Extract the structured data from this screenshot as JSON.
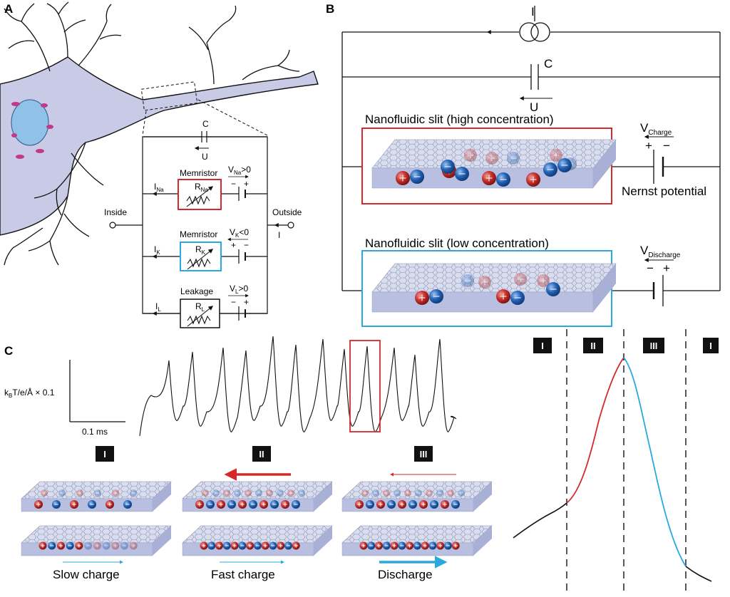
{
  "panels": {
    "a": "A",
    "b": "B",
    "c": "C"
  },
  "panel_a": {
    "inside": "Inside",
    "outside": "Outside",
    "current_I": "I",
    "capacitor_C": "C",
    "voltage_U": "U",
    "memristor_na": {
      "title": "Memristor",
      "R": "R",
      "R_sub": "Na",
      "I": "I",
      "I_sub": "Na",
      "V": "V",
      "V_sub": "Na",
      "V_rel": ">0",
      "minus": "−",
      "plus": "+"
    },
    "memristor_k": {
      "title": "Memristor",
      "R": "R",
      "R_sub": "K",
      "I": "I",
      "I_sub": "K",
      "V": "V",
      "V_sub": "K",
      "V_rel": "<0",
      "minus": "−",
      "plus": "+"
    },
    "leakage": {
      "title": "Leakage",
      "R": "R",
      "R_sub": "L",
      "I": "I",
      "I_sub": "L",
      "V": "V",
      "V_sub": "L",
      "V_rel": ">0",
      "minus": "−",
      "plus": "+"
    },
    "colors": {
      "neuron_fill": "#c9cbe6",
      "nucleus": "#8fc2e6",
      "organelle": "#c2388a",
      "na_box": "#d42a2a",
      "k_box": "#29a9e0"
    }
  },
  "panel_b": {
    "current": "I",
    "capacitor": "C",
    "voltage": "U",
    "slit_high": "Nanofluidic slit (high concentration)",
    "slit_low": "Nanofluidic slit (low concentration)",
    "v_charge": "V",
    "v_charge_sub": "Charge",
    "v_discharge": "V",
    "v_discharge_sub": "Discharge",
    "nernst": "Nernst potential",
    "plus": "+",
    "minus": "−"
  },
  "panel_c": {
    "ylabel_k": "k",
    "ylabel_b": "B",
    "ylabel_rest": "T/e/Å × 0.1",
    "xscale": "0.1 ms",
    "phases": [
      "I",
      "II",
      "III"
    ],
    "phases_right": [
      "I",
      "II",
      "III",
      "I"
    ],
    "captions": [
      "Slow charge",
      "Fast charge",
      "Discharge"
    ],
    "colors": {
      "rise": "#d42a2a",
      "fall": "#29a9e0",
      "highlight": "#d42a2a"
    }
  }
}
